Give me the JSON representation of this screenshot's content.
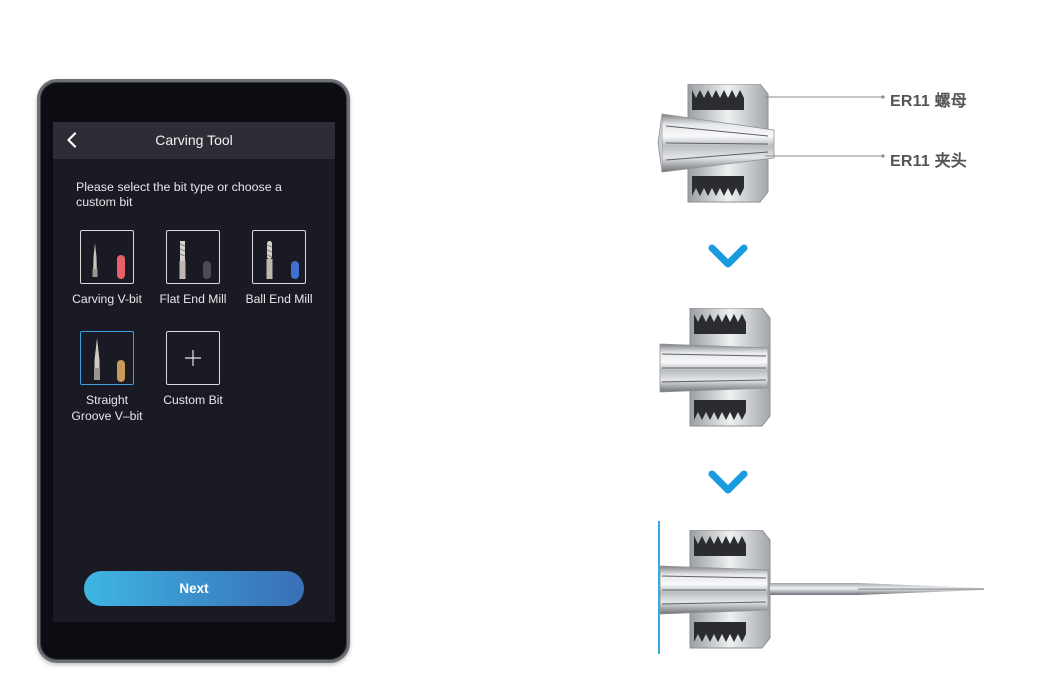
{
  "screen": {
    "title": "Carving Tool",
    "instruction": "Please select the bit type or choose a custom bit",
    "options": [
      {
        "label": "Carving V-bit",
        "icon": "carving-v-bit-icon",
        "selected": false
      },
      {
        "label": "Flat End Mill",
        "icon": "flat-end-mill-icon",
        "selected": false
      },
      {
        "label": "Ball End Mill",
        "icon": "ball-end-mill-icon",
        "selected": false
      },
      {
        "label": "Straight Groove V-bit",
        "label_line1": "Straight",
        "label_line2": "Groove V–bit",
        "icon": "straight-groove-v-bit-icon",
        "selected": true
      },
      {
        "label": "Custom Bit",
        "icon": "plus-icon",
        "selected": false
      }
    ],
    "next_label": "Next"
  },
  "diagram": {
    "callouts": [
      {
        "text": "ER11 螺母"
      },
      {
        "text": "ER11 夹头"
      }
    ],
    "step_arrow_icon": "chevron-down-icon"
  },
  "colors": {
    "accent": "#3d9ee0",
    "screen_bg": "#191a24",
    "topbar_bg": "#2c2d35",
    "arrow": "#1a9be0",
    "callout_text": "#545454"
  }
}
